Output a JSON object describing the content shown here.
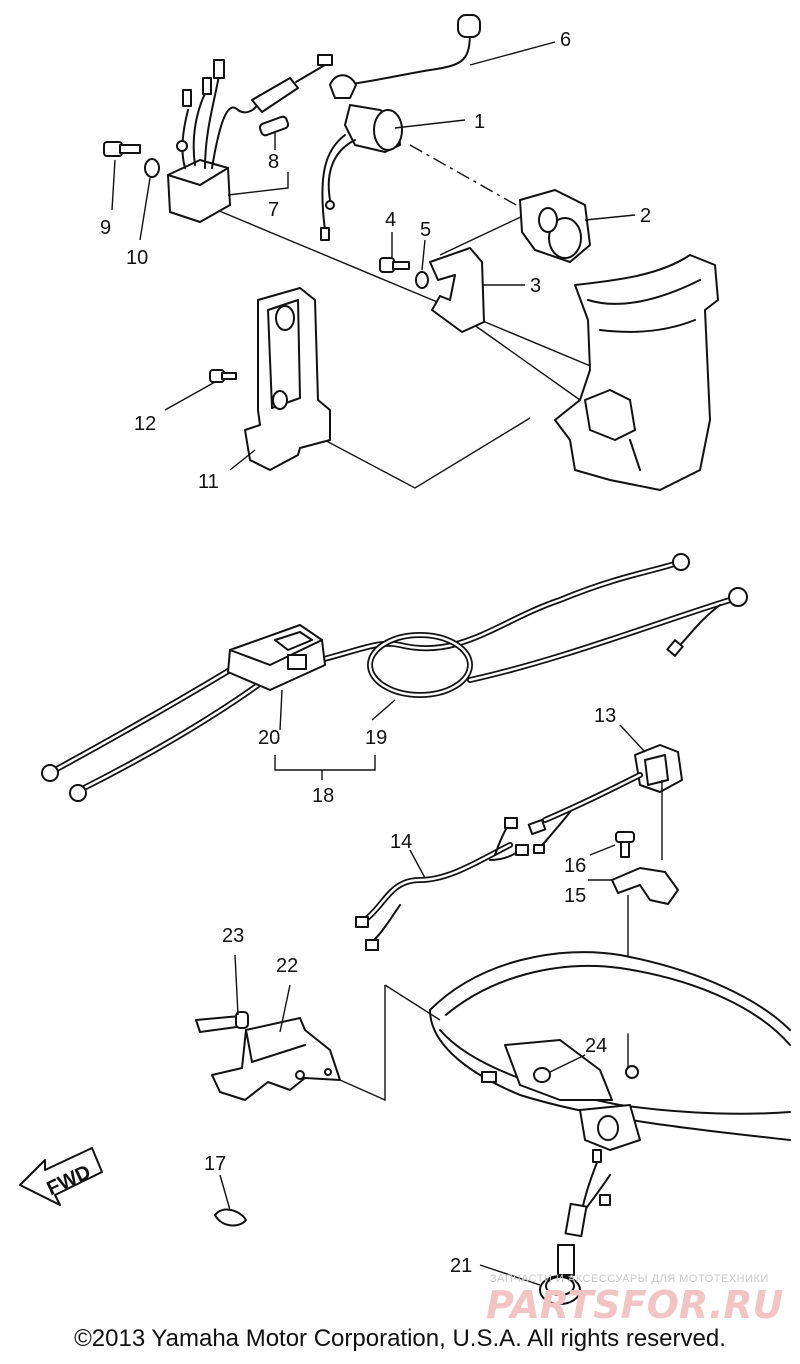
{
  "labels": [
    "1",
    "2",
    "3",
    "4",
    "5",
    "6",
    "7",
    "8",
    "9",
    "10",
    "11",
    "12",
    "13",
    "14",
    "15",
    "16",
    "17",
    "18",
    "19",
    "20",
    "21",
    "22",
    "23",
    "24"
  ],
  "fwd_label": "FWD",
  "watermark": {
    "tagline": "ЗАПЧАСТИ И АКСЕССУАРЫ ДЛЯ МОТОТЕХНИКИ",
    "brand": "PARTSFOR.RU"
  },
  "copyright": "©2013 Yamaha Motor Corporation, U.S.A. All rights reserved."
}
